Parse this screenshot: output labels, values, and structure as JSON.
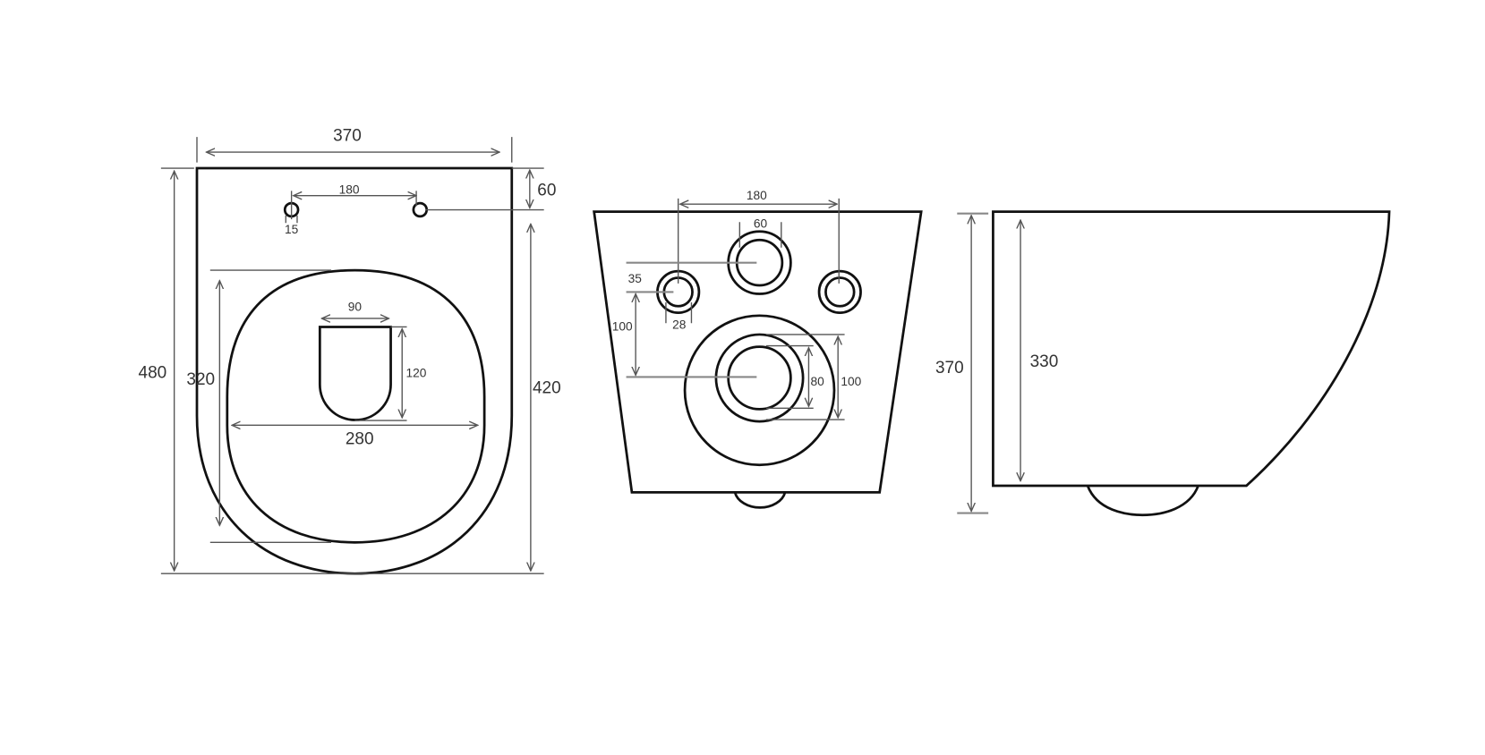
{
  "title": "Wall-hung toilet dimension drawing",
  "colors": {
    "outline": "#111111",
    "dimension": "#555555"
  },
  "top_view": {
    "width": "370",
    "depth": "480",
    "hole_offset": "60",
    "depth_to_holes": "420",
    "hole_spacing": "180",
    "hole_diameter": "15",
    "seat_length": "320",
    "seat_width": "280",
    "opening_width": "90",
    "opening_length": "120"
  },
  "back_view": {
    "fixing_spacing": "180",
    "inlet_diameter": "60",
    "inlet_height": "35",
    "fixing_hole": "28",
    "outlet_offset": "100",
    "outlet_inner": "80",
    "outlet_outer": "100"
  },
  "side_view": {
    "height": "370",
    "inner_height": "330"
  }
}
